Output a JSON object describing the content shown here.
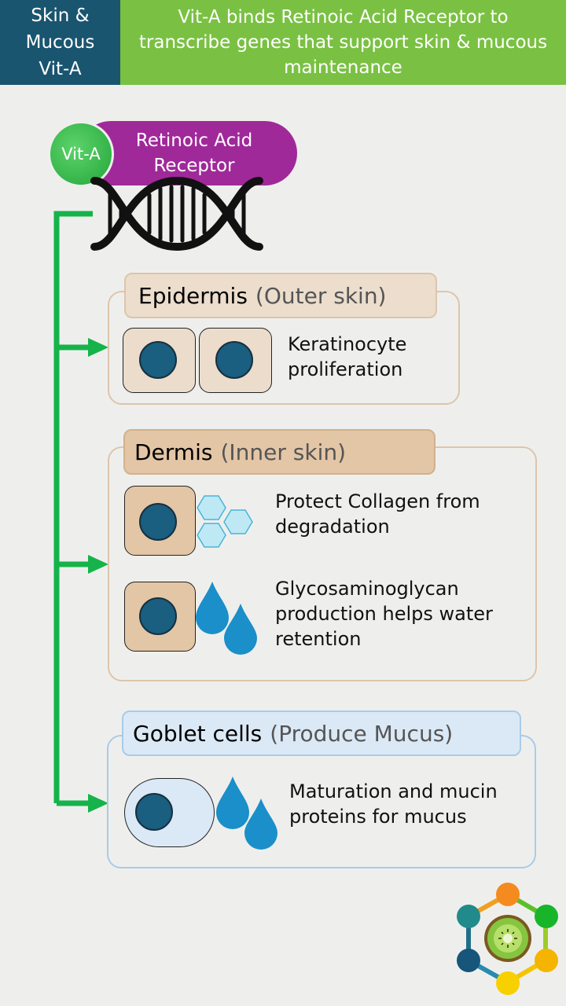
{
  "header": {
    "topic": "Skin &\nMucous\nVit-A",
    "summary": "Vit-A binds Retinoic Acid Receptor to transcribe genes that support skin & mucous maintenance"
  },
  "complex": {
    "ligand": "Vit-A",
    "receptor": "Retinoic Acid Receptor"
  },
  "sections": {
    "epidermis": {
      "title": "Epidermis",
      "subtitle": "(Outer skin)",
      "effect": "Keratinocyte proliferation"
    },
    "dermis": {
      "title": "Dermis",
      "subtitle": "(Inner skin)",
      "effect_collagen": "Protect Collagen from degradation",
      "effect_gag": "Glycosaminoglycan production helps water retention"
    },
    "goblet": {
      "title": "Goblet cells",
      "subtitle": "(Produce Mucus)",
      "effect": "Maturation and mucin proteins for mucus"
    }
  },
  "colors": {
    "header_left": "#1a5570",
    "header_right": "#7ac143",
    "receptor": "#a0299a",
    "ligand": "#21a63a",
    "arrows": "#16b34a",
    "skin_cell": "#ead5c0",
    "goblet_panel": "#dbe9f6",
    "nucleus": "#1a5e80",
    "droplet": "#1a8fc9",
    "collagen": "#bfe8f5"
  },
  "icons": [
    "dna-helix-icon",
    "collagen-hexagon-icon",
    "water-drop-icon",
    "logo-kiwi-icon"
  ]
}
